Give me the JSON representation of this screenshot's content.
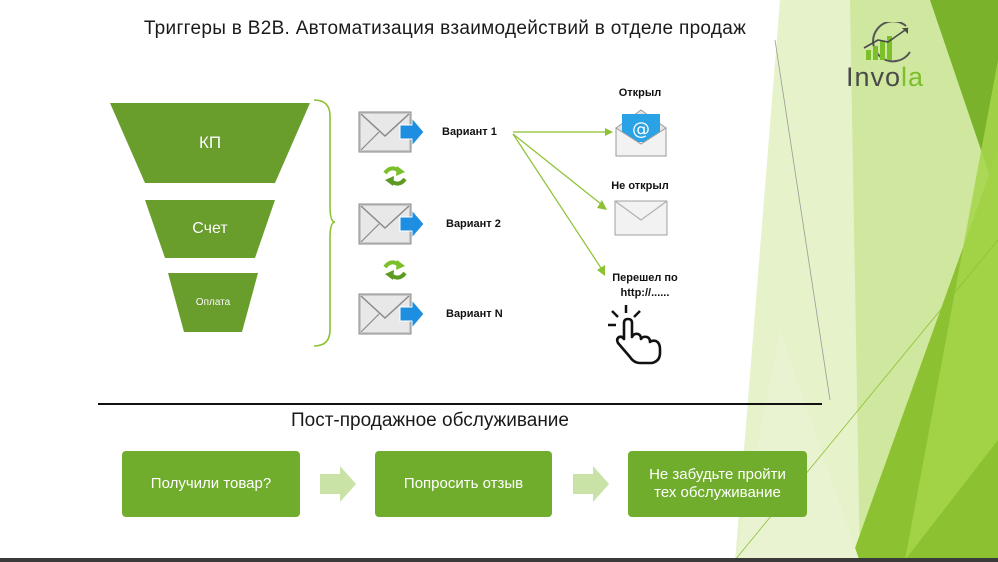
{
  "slide": {
    "title": "Триггеры в B2B. Автоматизация взаимодействий в отделе продаж"
  },
  "logo": {
    "text_main": "Invo",
    "text_accent": "la",
    "accent_color": "#7bbf2a",
    "text_color": "#4a4a4a"
  },
  "funnel": {
    "steps": [
      {
        "label": "КП"
      },
      {
        "label": "Счет"
      },
      {
        "label": "Оплата"
      }
    ],
    "color": "#6a9e2c"
  },
  "email_variants": [
    {
      "label": "Вариант 1"
    },
    {
      "label": "Вариант 2"
    },
    {
      "label": "Вариант N"
    }
  ],
  "outcomes": {
    "opened": "Открыл",
    "not_opened": "Не открыл",
    "clicked_line1": "Перешел по",
    "clicked_line2": "http://......"
  },
  "post_sale": {
    "title": "Пост-продажное обслуживание",
    "steps": [
      {
        "label": "Получили товар?"
      },
      {
        "label": "Попросить отзыв"
      },
      {
        "label": "Не забудьте пройти тех обслуживание"
      }
    ]
  },
  "colors": {
    "brand_green": "#71ad2c",
    "arrow_blue": "#1e8fe0",
    "bg_green_light": "#d9ebb0",
    "bg_green_dark": "#7ab32b"
  },
  "icons": {
    "email": "envelope-with-arrow-icon",
    "cycle": "cycle-arrows-icon",
    "opened": "open-envelope-at-icon",
    "closed": "closed-envelope-icon",
    "click": "hand-click-icon"
  }
}
